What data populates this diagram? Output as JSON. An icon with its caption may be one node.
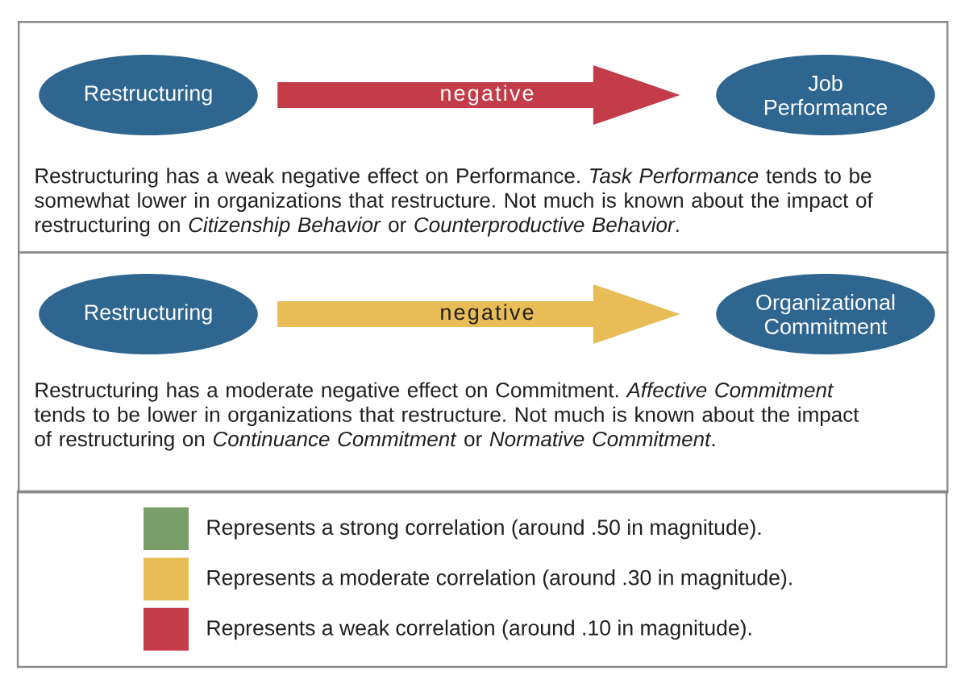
{
  "diagram": {
    "nodes": [
      {
        "text": [
          "Restructuring has a weak negative effect on Performance. *Task Performance* tends to be somewhat lower in organizations that restructure. Not much is known about the impact of restructuring on *Citizenship Behavior* or *Counterproductive Behavior*."
        ]
      },
      {
        "text": [
          "Restructuring"
        ],
        "in": 0
      },
      {
        "text": [
          "Job Performance"
        ],
        "in": 0
      },
      {
        "text": [
          "Restructuring has a moderate negative effect on Commitment. *Affective Commitment* tends to be lower in organizations that restructure. Not much is known about the impact of restructuring on *Continuance Commitment* or *Normative Commitment*."
        ]
      },
      {
        "text": [
          "Restructuring"
        ],
        "in": 3
      },
      {
        "text": [
          "Organizational Commitment"
        ],
        "in": 3
      }
    ],
    "edges": [
      {
        "from": 1,
        "to": 2,
        "arrow": "to",
        "label": "negative",
        "color": "#c43c4a"
      },
      {
        "from": 4,
        "to": 5,
        "arrow": "to",
        "label": "negative",
        "color": "#e8bd57"
      }
    ],
    "legend": [
      {
        "text": "Represents a strong correlation (around .50 in magnitude).",
        "color": "#7a9e6a"
      },
      {
        "text": "Represents a moderate correlation (around .30 in magnitude).",
        "color": "#e8bd57"
      },
      {
        "text": "Represents a weak correlation (around .10 in magnitude).",
        "color": "#c43c4a"
      }
    ]
  }
}
